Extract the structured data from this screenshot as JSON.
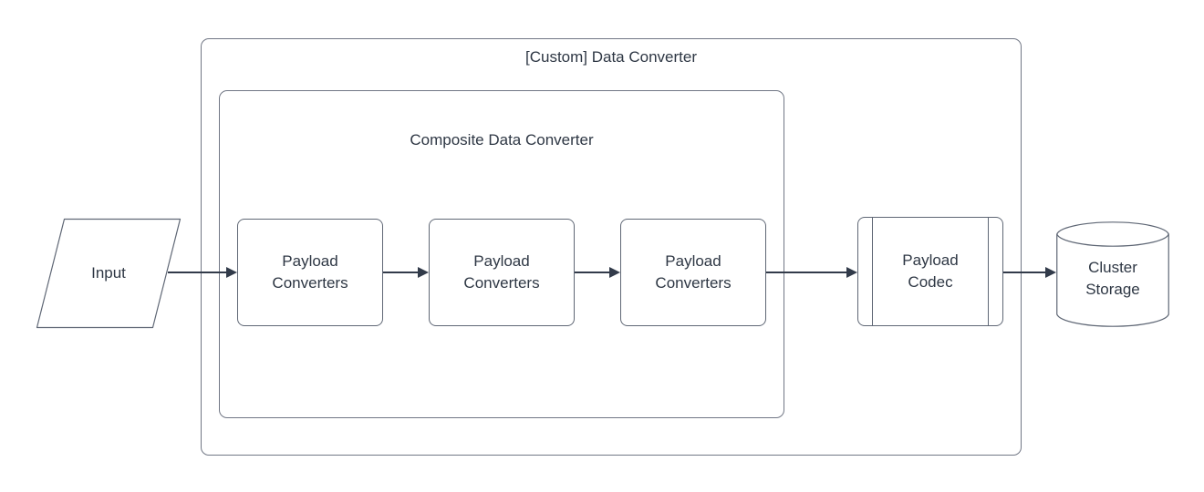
{
  "diagram": {
    "outer_container": {
      "title": "[Custom] Data Converter"
    },
    "inner_container": {
      "title": "Composite Data Converter"
    },
    "nodes": {
      "input": {
        "label": "Input",
        "shape": "parallelogram"
      },
      "converter1": {
        "label": "Payload Converters",
        "shape": "rounded-rectangle"
      },
      "converter2": {
        "label": "Payload Converters",
        "shape": "rounded-rectangle"
      },
      "converter3": {
        "label": "Payload Converters",
        "shape": "rounded-rectangle"
      },
      "codec": {
        "label": "Payload Codec",
        "shape": "predefined-process"
      },
      "storage": {
        "label": "Cluster Storage",
        "shape": "cylinder"
      }
    },
    "connections": [
      {
        "from": "input",
        "to": "converter1"
      },
      {
        "from": "converter1",
        "to": "converter2"
      },
      {
        "from": "converter2",
        "to": "converter3"
      },
      {
        "from": "converter3",
        "to": "codec"
      },
      {
        "from": "codec",
        "to": "storage"
      }
    ],
    "colors": {
      "canvas_bg": "#ffffff",
      "container_stroke": "#717785",
      "node_stroke": "#5f6775",
      "arrow": "#323b4a",
      "text": "#2e3744",
      "node_fill": "#ffffff"
    }
  }
}
